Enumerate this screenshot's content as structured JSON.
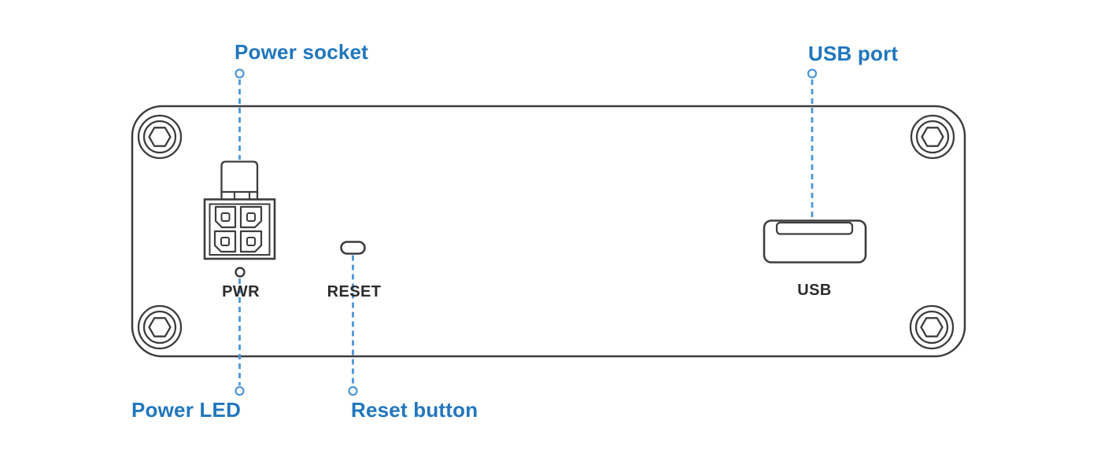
{
  "figure": {
    "type": "device-back-panel-diagram"
  },
  "callouts": {
    "power_socket": "Power socket",
    "usb_port": "USB port",
    "power_led": "Power LED",
    "reset_button": "Reset button"
  },
  "panel_labels": {
    "pwr": "PWR",
    "reset": "RESET",
    "usb": "USB"
  },
  "icons": {
    "corner_screw": "hex-socket-screw-icon",
    "power_socket": "molex-4pin-connector-icon",
    "power_led": "led-indicator-icon",
    "reset": "reset-pinhole-icon",
    "usb": "usb-a-port-icon"
  },
  "colors": {
    "callout_text": "#2176bd",
    "leader_line": "#4d96d6",
    "outline": "#3d3d3d",
    "panel_label_text": "#2b2b2b",
    "background": "#ffffff"
  }
}
